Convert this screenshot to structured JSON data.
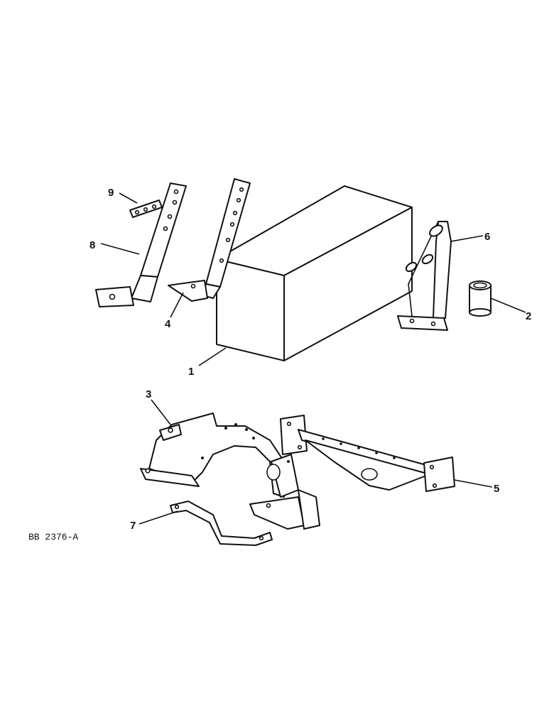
{
  "callouts": {
    "c1": "1",
    "c2": "2",
    "c3": "3",
    "c4": "4",
    "c5": "5",
    "c6": "6",
    "c7": "7",
    "c8": "8",
    "c9": "9"
  },
  "reference_code": "BB 2376-A"
}
